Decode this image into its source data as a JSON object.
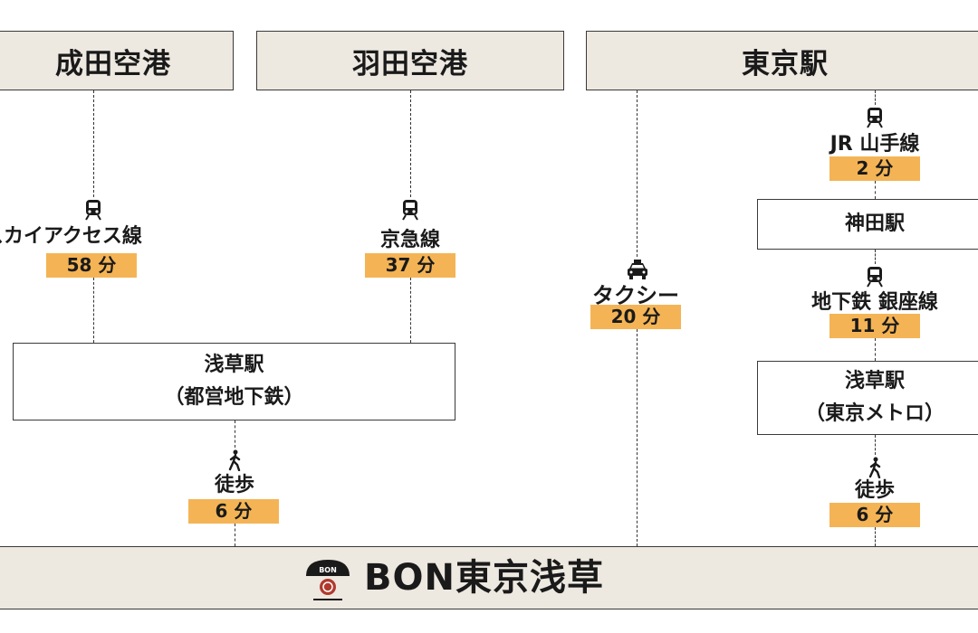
{
  "origins": {
    "narita": "成田空港",
    "haneda": "羽田空港",
    "tokyo": "東京駅"
  },
  "narita_route": {
    "line": "田スカイアクセス線",
    "time": "58 分"
  },
  "haneda_route": {
    "line": "京急線",
    "time": "37 分"
  },
  "asakusa_toei": {
    "name": "浅草駅",
    "sub": "（都営地下鉄）"
  },
  "walk_left": {
    "label": "徒歩",
    "time": "6 分"
  },
  "taxi_route": {
    "label": "タクシー",
    "time": "20 分"
  },
  "tokyo_route": {
    "line1": "JR 山手線",
    "time1": "2 分",
    "transfer": "神田駅",
    "line2": "地下鉄 銀座線",
    "time2": "11 分",
    "dest_name": "浅草駅",
    "dest_sub": "（東京メトロ）",
    "walk_label": "徒歩",
    "walk_time": "6 分"
  },
  "footer": {
    "brand": "BON東京浅草",
    "logo_text": "BON"
  },
  "colors": {
    "header_bg": "#ede8e0",
    "time_badge": "#f4b455",
    "border": "#3a3a3a"
  },
  "icons": [
    "train-icon",
    "taxi-icon",
    "walking-person-icon"
  ]
}
